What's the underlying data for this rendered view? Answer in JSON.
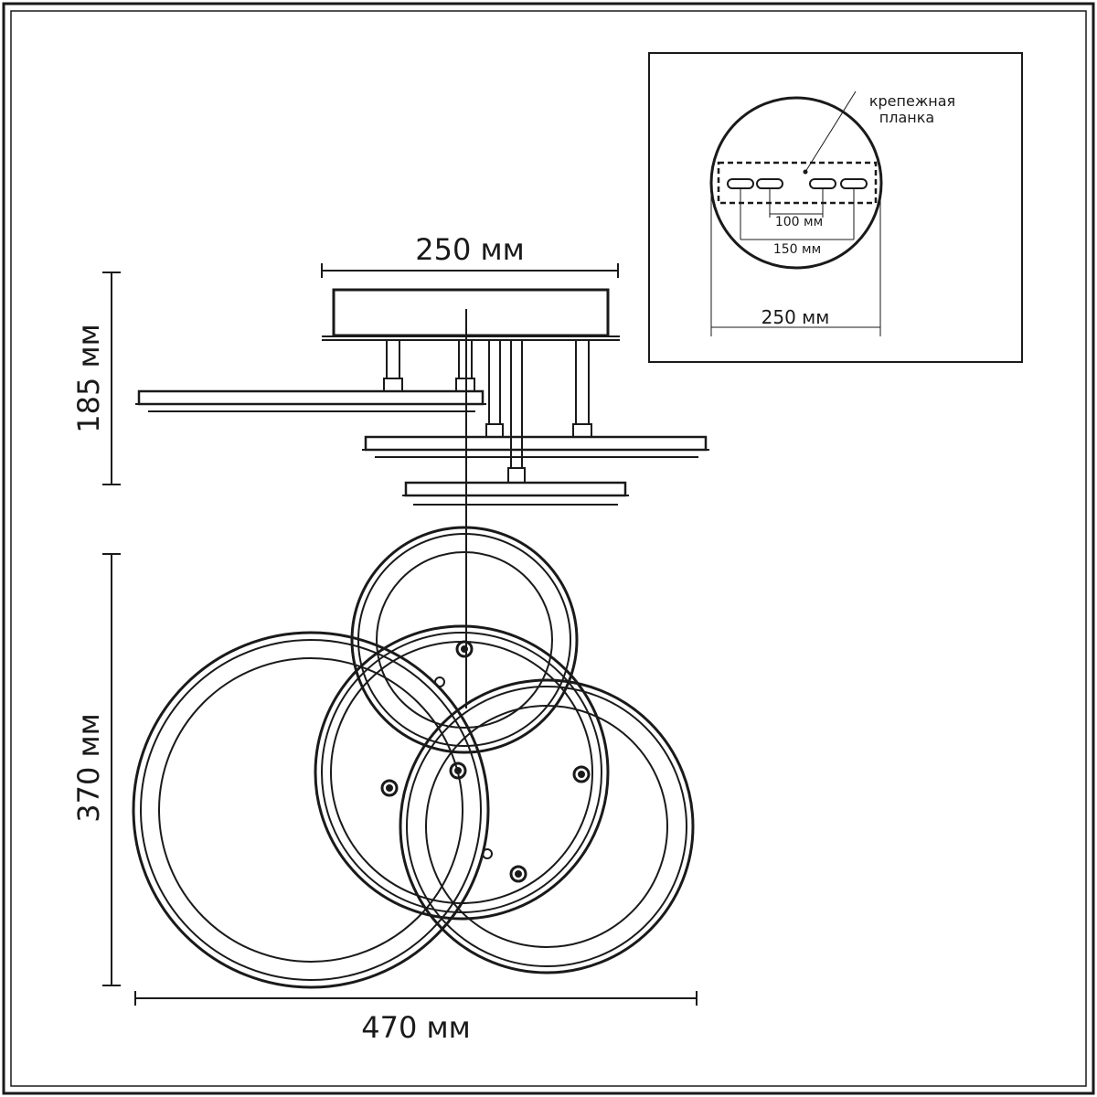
{
  "dimensions": {
    "plate_width": "250 мм",
    "height": "185 мм",
    "depth": "370 мм",
    "total_width": "470 мм"
  },
  "inset": {
    "callout": [
      "крепежная",
      "планка"
    ],
    "hole_spacing_inner": "100 мм",
    "hole_spacing_outer": "150 мм",
    "base_diameter": "250 мм"
  },
  "colors": {
    "stroke": "#1a1a1a",
    "background": "#ffffff"
  }
}
